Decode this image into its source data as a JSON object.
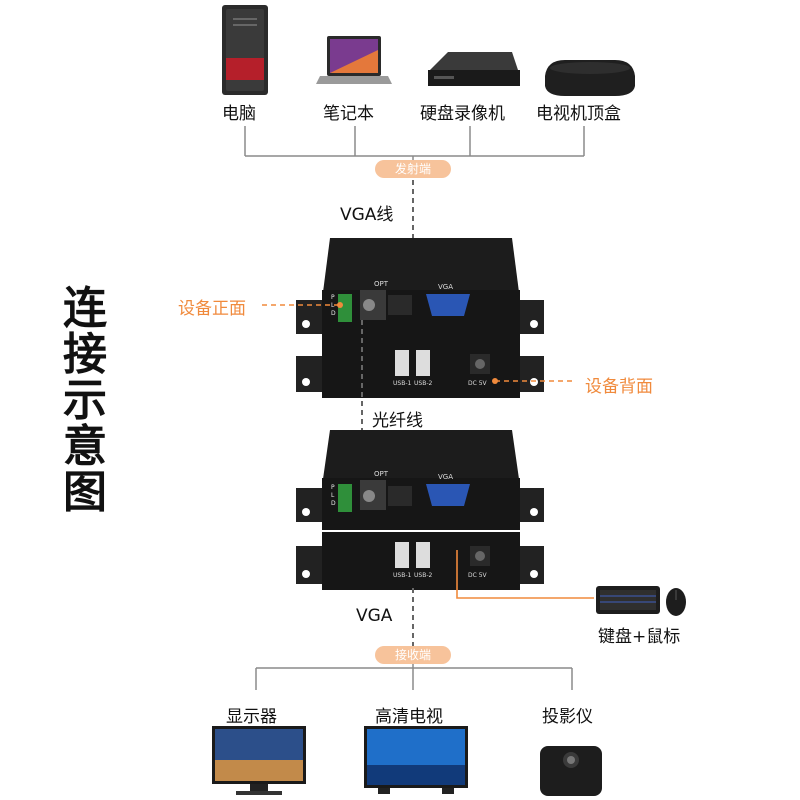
{
  "title_vertical": [
    "连",
    "接",
    "示",
    "意",
    "图"
  ],
  "sources": [
    {
      "label": "电脑",
      "icon": "desktop-pc-icon"
    },
    {
      "label": "笔记本",
      "icon": "laptop-icon"
    },
    {
      "label": "硬盘录像机",
      "icon": "dvr-icon"
    },
    {
      "label": "电视机顶盒",
      "icon": "set-top-box-icon"
    }
  ],
  "sender_pill": "发射端",
  "receiver_pill": "接收端",
  "cable_vga_top": "VGA线",
  "cable_fiber": "光纤线",
  "cable_vga_bottom": "VGA",
  "front_label": "设备正面",
  "back_label": "设备背面",
  "keyboard_mouse_label": "键盘+鼠标",
  "ports": {
    "opt": "OPT",
    "vga": "VGA",
    "usb1": "USB-1",
    "usb2": "USB-2",
    "dc": "DC 5V"
  },
  "leds": [
    "P",
    "L",
    "D"
  ],
  "displays": [
    {
      "label": "显示器",
      "icon": "monitor-icon"
    },
    {
      "label": "高清电视",
      "icon": "hd-tv-icon"
    },
    {
      "label": "投影仪",
      "icon": "projector-icon"
    }
  ],
  "colors": {
    "accent": "#f08a3c",
    "pill": "#f7c39b",
    "line": "#666666",
    "device": "#1c1c1c"
  }
}
